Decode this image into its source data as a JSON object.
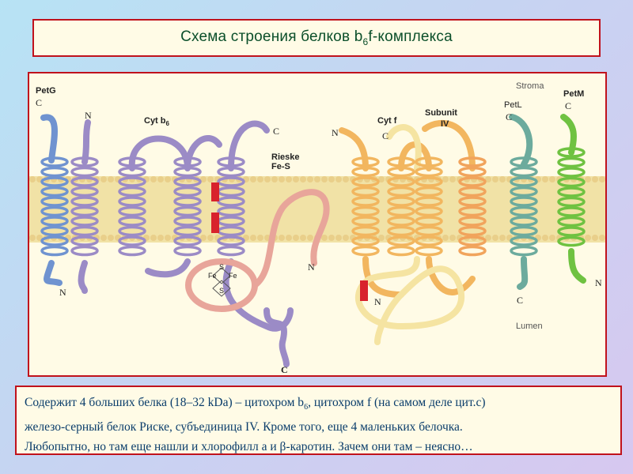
{
  "title": {
    "prefix": "Схема строения белков b",
    "sub": "6",
    "suffix": "f-комплекса"
  },
  "diagram": {
    "labels": {
      "petg": "PetG",
      "petg_c": "C",
      "petg_n": "N",
      "n_top": "N",
      "cyt_b6": "Cyt b",
      "cyt_b6_sub": "6",
      "c_top": "C",
      "rieske": "Rieske",
      "fes": "Fe-S",
      "rieske_n": "N",
      "fe1": "Fe",
      "fe2": "Fe",
      "s1": "S",
      "s2": "S",
      "bottom_c": "C",
      "cytf_n": "N",
      "cyt_f": "Cyt f",
      "cytf_c": "C",
      "subunit": "Subunit",
      "iv": "IV",
      "cytf_bottom_n": "N",
      "stroma": "Stroma",
      "petl": "PetL",
      "petl_c": "C",
      "petl_bottom_c": "C",
      "petm": "PetM",
      "petm_c": "C",
      "petm_n": "N",
      "lumen": "Lumen"
    },
    "colors": {
      "petg": "#6f93d0",
      "cytb6": "#9b8bc6",
      "rieske": "#e8a59a",
      "cytf": "#f2b65f",
      "subunit": "#f1a45c",
      "cytf_loop": "#f5e4a2",
      "petl": "#6cab9d",
      "petm": "#6fc241",
      "heme": "#d8222c",
      "membrane": "#f1e2a6"
    }
  },
  "caption": {
    "line1_a": "Содержит 4 больших белка (18–32 kDa) – цитохром b",
    "line1_sub": "6",
    "line1_b": ", цитохром f (на самом деле цит.c)",
    "line2": "железо-серный белок Риске, субъединица IV. Кроме того, еще 4 маленьких белочка.",
    "line3": "Любопытно, но там еще нашли и хлорофилл a и β-каротин. Зачем они там – неясно…"
  }
}
